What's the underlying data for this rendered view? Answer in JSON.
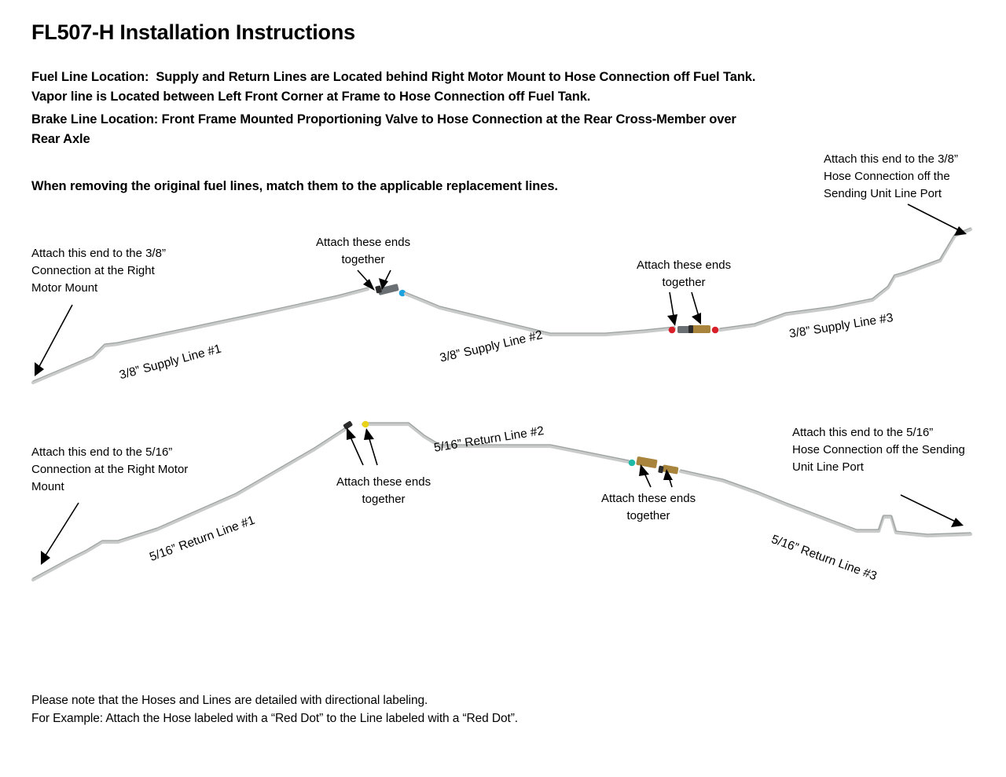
{
  "document": {
    "title": "FL507-H Installation Instructions",
    "location_notes": [
      "Fuel Line Location:  Supply and Return Lines are Located behind Right Motor Mount to Hose Connection off Fuel Tank.",
      "Vapor line is Located between Left Front Corner at Frame to Hose Connection off Fuel Tank.",
      "Brake Line Location: Front Frame Mounted Proportioning Valve to Hose Connection at the Rear Cross-Member over",
      "Rear Axle"
    ],
    "match_instruction": "When removing the original fuel lines, match them to the applicable replacement lines.",
    "footer_notes": [
      "Please note that the Hoses and Lines are detailed with directional labeling.",
      "For Example: Attach the Hose labeled with a “Red Dot” to the Line labeled with a “Red Dot”."
    ]
  },
  "supply_row": {
    "callout_left": "Attach this end to the 3/8”\nConnection at the Right\nMotor Mount",
    "callout_mid_1": "Attach these ends\ntogether",
    "callout_mid_2": "Attach these ends\ntogether",
    "callout_right": "Attach this end to the 3/8”\nHose Connection off the\nSending Unit Line Port",
    "labels": {
      "line_1": "3/8” Supply Line #1",
      "line_2": "3/8” Supply Line #2",
      "line_3": "3/8” Supply Line #3"
    },
    "dot_colors": {
      "line1_right": "#1ba3e0",
      "line2_right": "#d8202a",
      "line3_left": "#d8202a"
    }
  },
  "return_row": {
    "callout_left": "Attach this end to the 5/16”\nConnection at the Right Motor\nMount",
    "callout_mid_1": "Attach these ends\ntogether",
    "callout_mid_2": "Attach these ends\ntogether",
    "callout_right": "Attach this end to the 5/16”\nHose Connection off the Sending\nUnit Line Port",
    "labels": {
      "line_1": "5/16” Return Line #1",
      "line_2": "5/16” Return Line #2",
      "line_3": "5/16” Return Line #3"
    },
    "dot_colors": {
      "line2_left": "#e8d21a",
      "line2_right": "#1fb9a8",
      "line3_left": "#c8a24a"
    }
  },
  "colors": {
    "tube": "#c9cbca",
    "tube_shade": "#9aa0a0",
    "text": "#000000",
    "background": "#ffffff"
  }
}
